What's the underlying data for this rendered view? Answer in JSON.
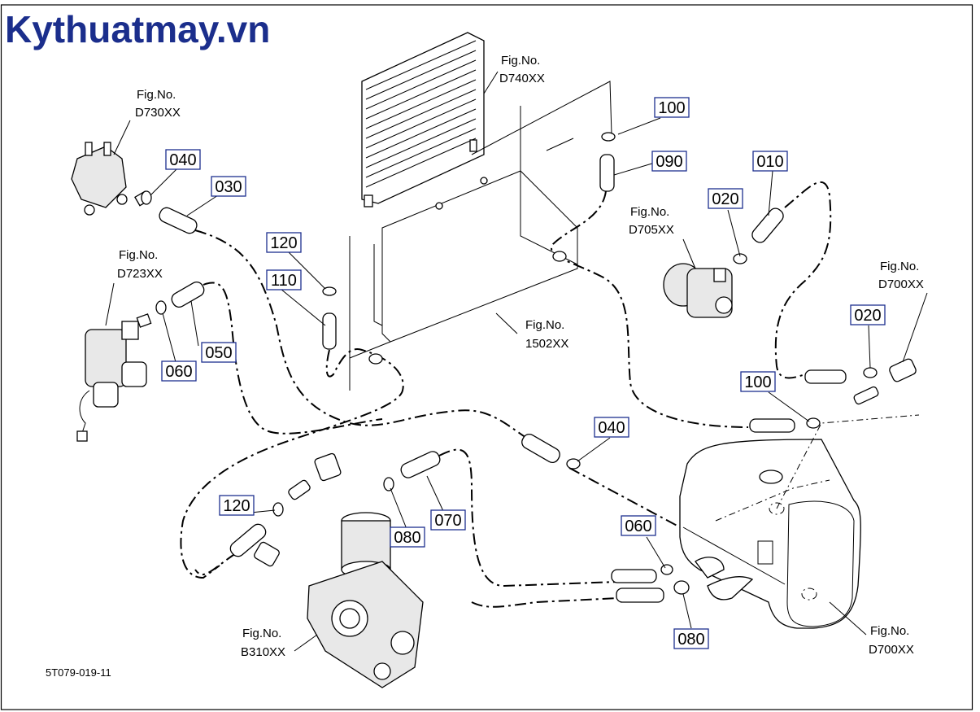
{
  "brand": "Kythuatmay.vn",
  "diagram_code": "5T079-019-11",
  "fig_refs": {
    "d730": {
      "line1": "Fig.No.",
      "line2": "D730XX"
    },
    "d740": {
      "line1": "Fig.No.",
      "line2": "D740XX"
    },
    "d723": {
      "line1": "Fig.No.",
      "line2": "D723XX"
    },
    "d705": {
      "line1": "Fig.No.",
      "line2": "D705XX"
    },
    "d700_top": {
      "line1": "Fig.No.",
      "line2": "D700XX"
    },
    "p1502": {
      "line1": "Fig.No.",
      "line2": "1502XX"
    },
    "b310": {
      "line1": "Fig.No.",
      "line2": "B310XX"
    },
    "d700_bottom": {
      "line1": "Fig.No.",
      "line2": "D700XX"
    }
  },
  "part_labels": {
    "l040_top": "040",
    "l030": "030",
    "l100_top": "100",
    "l090": "090",
    "l010": "010",
    "l020_mid": "020",
    "l120_top": "120",
    "l110": "110",
    "l050": "050",
    "l060_left": "060",
    "l020_right": "020",
    "l100_right": "100",
    "l040_mid": "040",
    "l120_bottom": "120",
    "l080_mid": "080",
    "l070": "070",
    "l060_bottom": "060",
    "l080_bottom": "080"
  }
}
